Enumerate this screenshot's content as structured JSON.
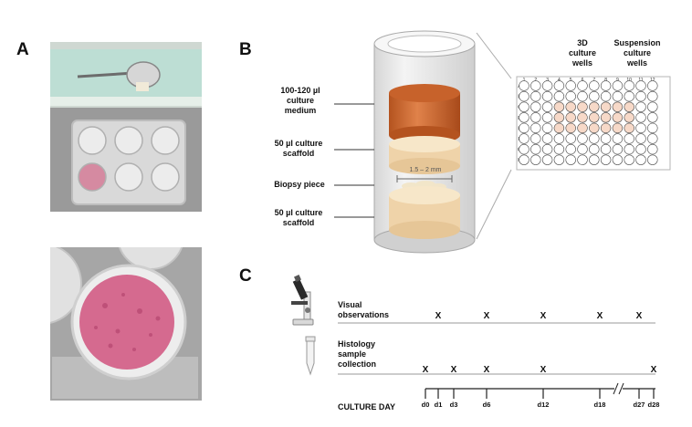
{
  "panels": {
    "a": "A",
    "b": "B",
    "c": "C"
  },
  "panel_b": {
    "layers": [
      {
        "label": "100-120 µl\nculture\nmedium"
      },
      {
        "label": "50 µl  culture\nscaffold"
      },
      {
        "label": "Biopsy piece"
      },
      {
        "label": "50 µl  culture\nscaffold"
      }
    ],
    "size_label": "1.5 – 2 mm",
    "plate_headers": {
      "culture_3d": "3D\nculture\nwells",
      "suspension": "Suspension\nculture\nwells"
    },
    "plate_columns": [
      "1",
      "2",
      "3",
      "4",
      "5",
      "6",
      "7",
      "8",
      "9",
      "10",
      "11",
      "12"
    ],
    "plate_rows": [
      "A",
      "B",
      "C",
      "D",
      "E",
      "F",
      "G",
      "H"
    ],
    "colors": {
      "medium": "#c9622a",
      "scaffold": "#f0d7b1",
      "highlight_well": "#f7d9c8"
    }
  },
  "panel_c": {
    "rows": [
      {
        "label": "Visual\nobservations",
        "icon": "microscope-icon"
      },
      {
        "label": "Histology\nsample\ncollection",
        "icon": "tube-icon"
      }
    ],
    "axis_label": "CULTURE DAY",
    "days": [
      "d0",
      "d1",
      "d3",
      "d6",
      "d12",
      "d18",
      "d27",
      "d28"
    ],
    "mark": "X",
    "visual_days": [
      "d1",
      "d6",
      "d12",
      "d18",
      "d27"
    ],
    "histology_days": [
      "d0",
      "d3",
      "d6",
      "d12",
      "d28"
    ]
  }
}
